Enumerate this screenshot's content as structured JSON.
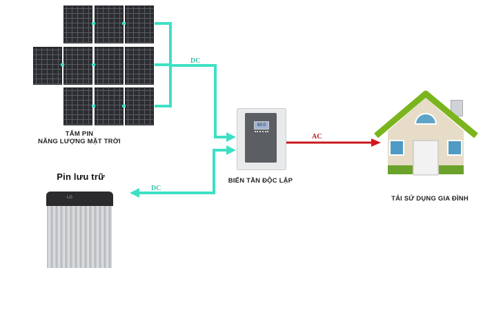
{
  "solar": {
    "label_line1": "TẤM PIN",
    "label_line2": "NĂNG LƯỢNG MẶT TRỜI"
  },
  "battery": {
    "label": "Pin lưu trữ",
    "brand": "LG"
  },
  "inverter": {
    "label": "BIẾN TẦN ĐỘC LẬP",
    "display": "60.0"
  },
  "house": {
    "label": "TẢI SỬ DỤNG GIA ĐÌNH"
  },
  "flows": {
    "dc_top": "DC",
    "dc_bottom": "DC",
    "ac": "AC"
  },
  "colors": {
    "dc_line": "#3ee0c4",
    "ac_line": "#c8171c",
    "roof": "#7ab51d",
    "wall": "#e6dcc8"
  }
}
